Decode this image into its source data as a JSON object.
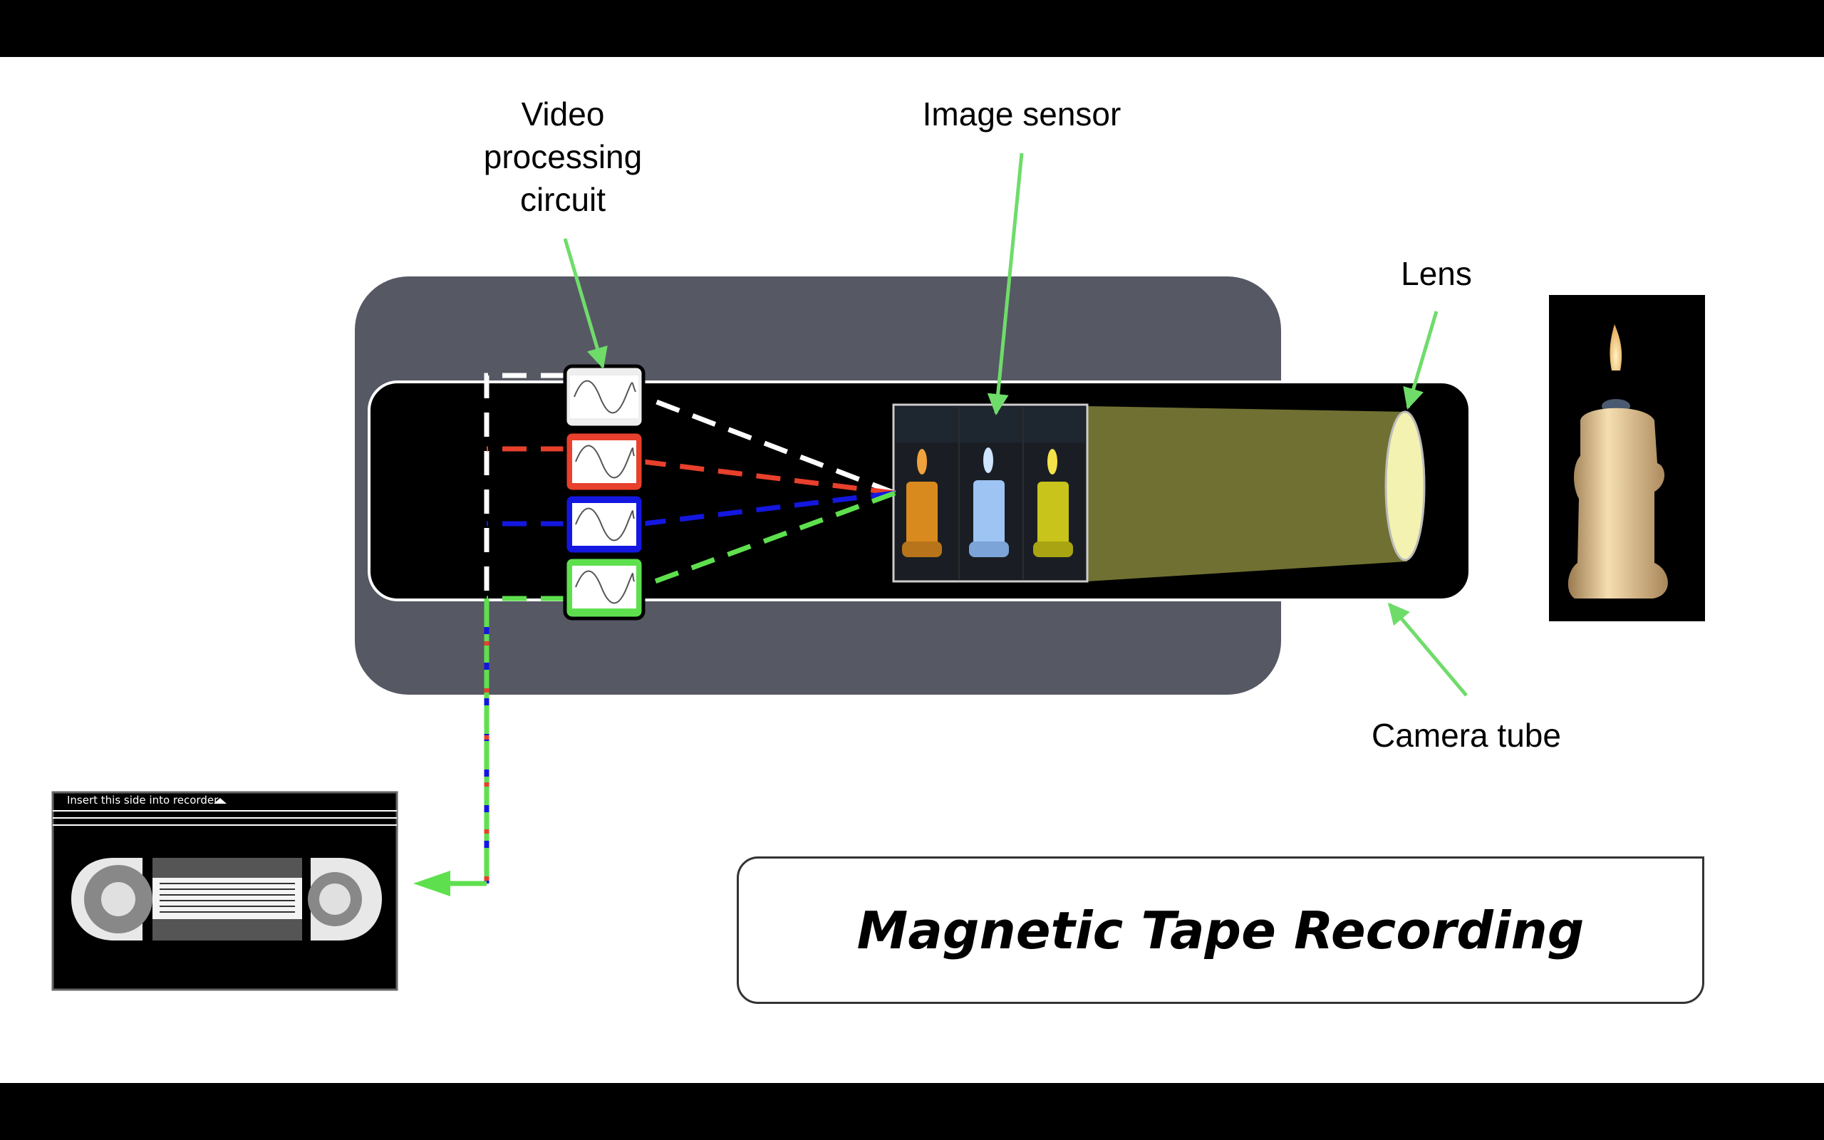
{
  "labels": {
    "video_processing": [
      "Video",
      "processing",
      "circuit"
    ],
    "image_sensor": "Image sensor",
    "lens": "Lens",
    "camera_tube": "Camera tube"
  },
  "cassette": {
    "label": "Insert this side into recorder"
  },
  "title": "Magnetic Tape Recording",
  "colors": {
    "arrow_green": "#6fdc6a",
    "camera_body": "#565864",
    "tube_inner": "#000000",
    "channel_white": "#ffffff",
    "channel_red": "#e8402c",
    "channel_blue": "#1417e0",
    "channel_green": "#5ee04e",
    "light_cone": "#707032",
    "lens_fill": "#f4f2b0"
  },
  "icons": {
    "signal": "sine-wave-icon",
    "cassette": "vhs-cassette-icon",
    "subject": "candle-photo"
  }
}
